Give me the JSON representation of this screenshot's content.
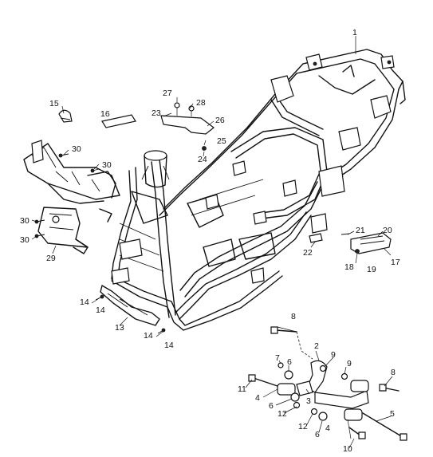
{
  "callouts": [
    {
      "id": "c1",
      "text": "1"
    },
    {
      "id": "c2",
      "text": "2"
    },
    {
      "id": "c3",
      "text": "3"
    },
    {
      "id": "c4a",
      "text": "4"
    },
    {
      "id": "c4b",
      "text": "4"
    },
    {
      "id": "c5",
      "text": "5"
    },
    {
      "id": "c6a",
      "text": "6"
    },
    {
      "id": "c6b",
      "text": "6"
    },
    {
      "id": "c6c",
      "text": "6"
    },
    {
      "id": "c7",
      "text": "7"
    },
    {
      "id": "c8a",
      "text": "8"
    },
    {
      "id": "c8b",
      "text": "8"
    },
    {
      "id": "c9a",
      "text": "9"
    },
    {
      "id": "c9b",
      "text": "9"
    },
    {
      "id": "c10",
      "text": "10"
    },
    {
      "id": "c11",
      "text": "11"
    },
    {
      "id": "c12a",
      "text": "12"
    },
    {
      "id": "c12b",
      "text": "12"
    },
    {
      "id": "c13",
      "text": "13"
    },
    {
      "id": "c14a",
      "text": "14"
    },
    {
      "id": "c14b",
      "text": "14"
    },
    {
      "id": "c14c",
      "text": "14"
    },
    {
      "id": "c14d",
      "text": "14"
    },
    {
      "id": "c15",
      "text": "15"
    },
    {
      "id": "c16",
      "text": "16"
    },
    {
      "id": "c17",
      "text": "17"
    },
    {
      "id": "c18",
      "text": "18"
    },
    {
      "id": "c19",
      "text": "19"
    },
    {
      "id": "c20",
      "text": "20"
    },
    {
      "id": "c21",
      "text": "21"
    },
    {
      "id": "c22",
      "text": "22"
    },
    {
      "id": "c23",
      "text": "23"
    },
    {
      "id": "c24",
      "text": "24"
    },
    {
      "id": "c25",
      "text": "25"
    },
    {
      "id": "c26",
      "text": "26"
    },
    {
      "id": "c27",
      "text": "27"
    },
    {
      "id": "c28",
      "text": "28"
    },
    {
      "id": "c29",
      "text": "29"
    },
    {
      "id": "c30a",
      "text": "30"
    },
    {
      "id": "c30b",
      "text": "30"
    },
    {
      "id": "c30c",
      "text": "30"
    },
    {
      "id": "c30d",
      "text": "30"
    }
  ]
}
